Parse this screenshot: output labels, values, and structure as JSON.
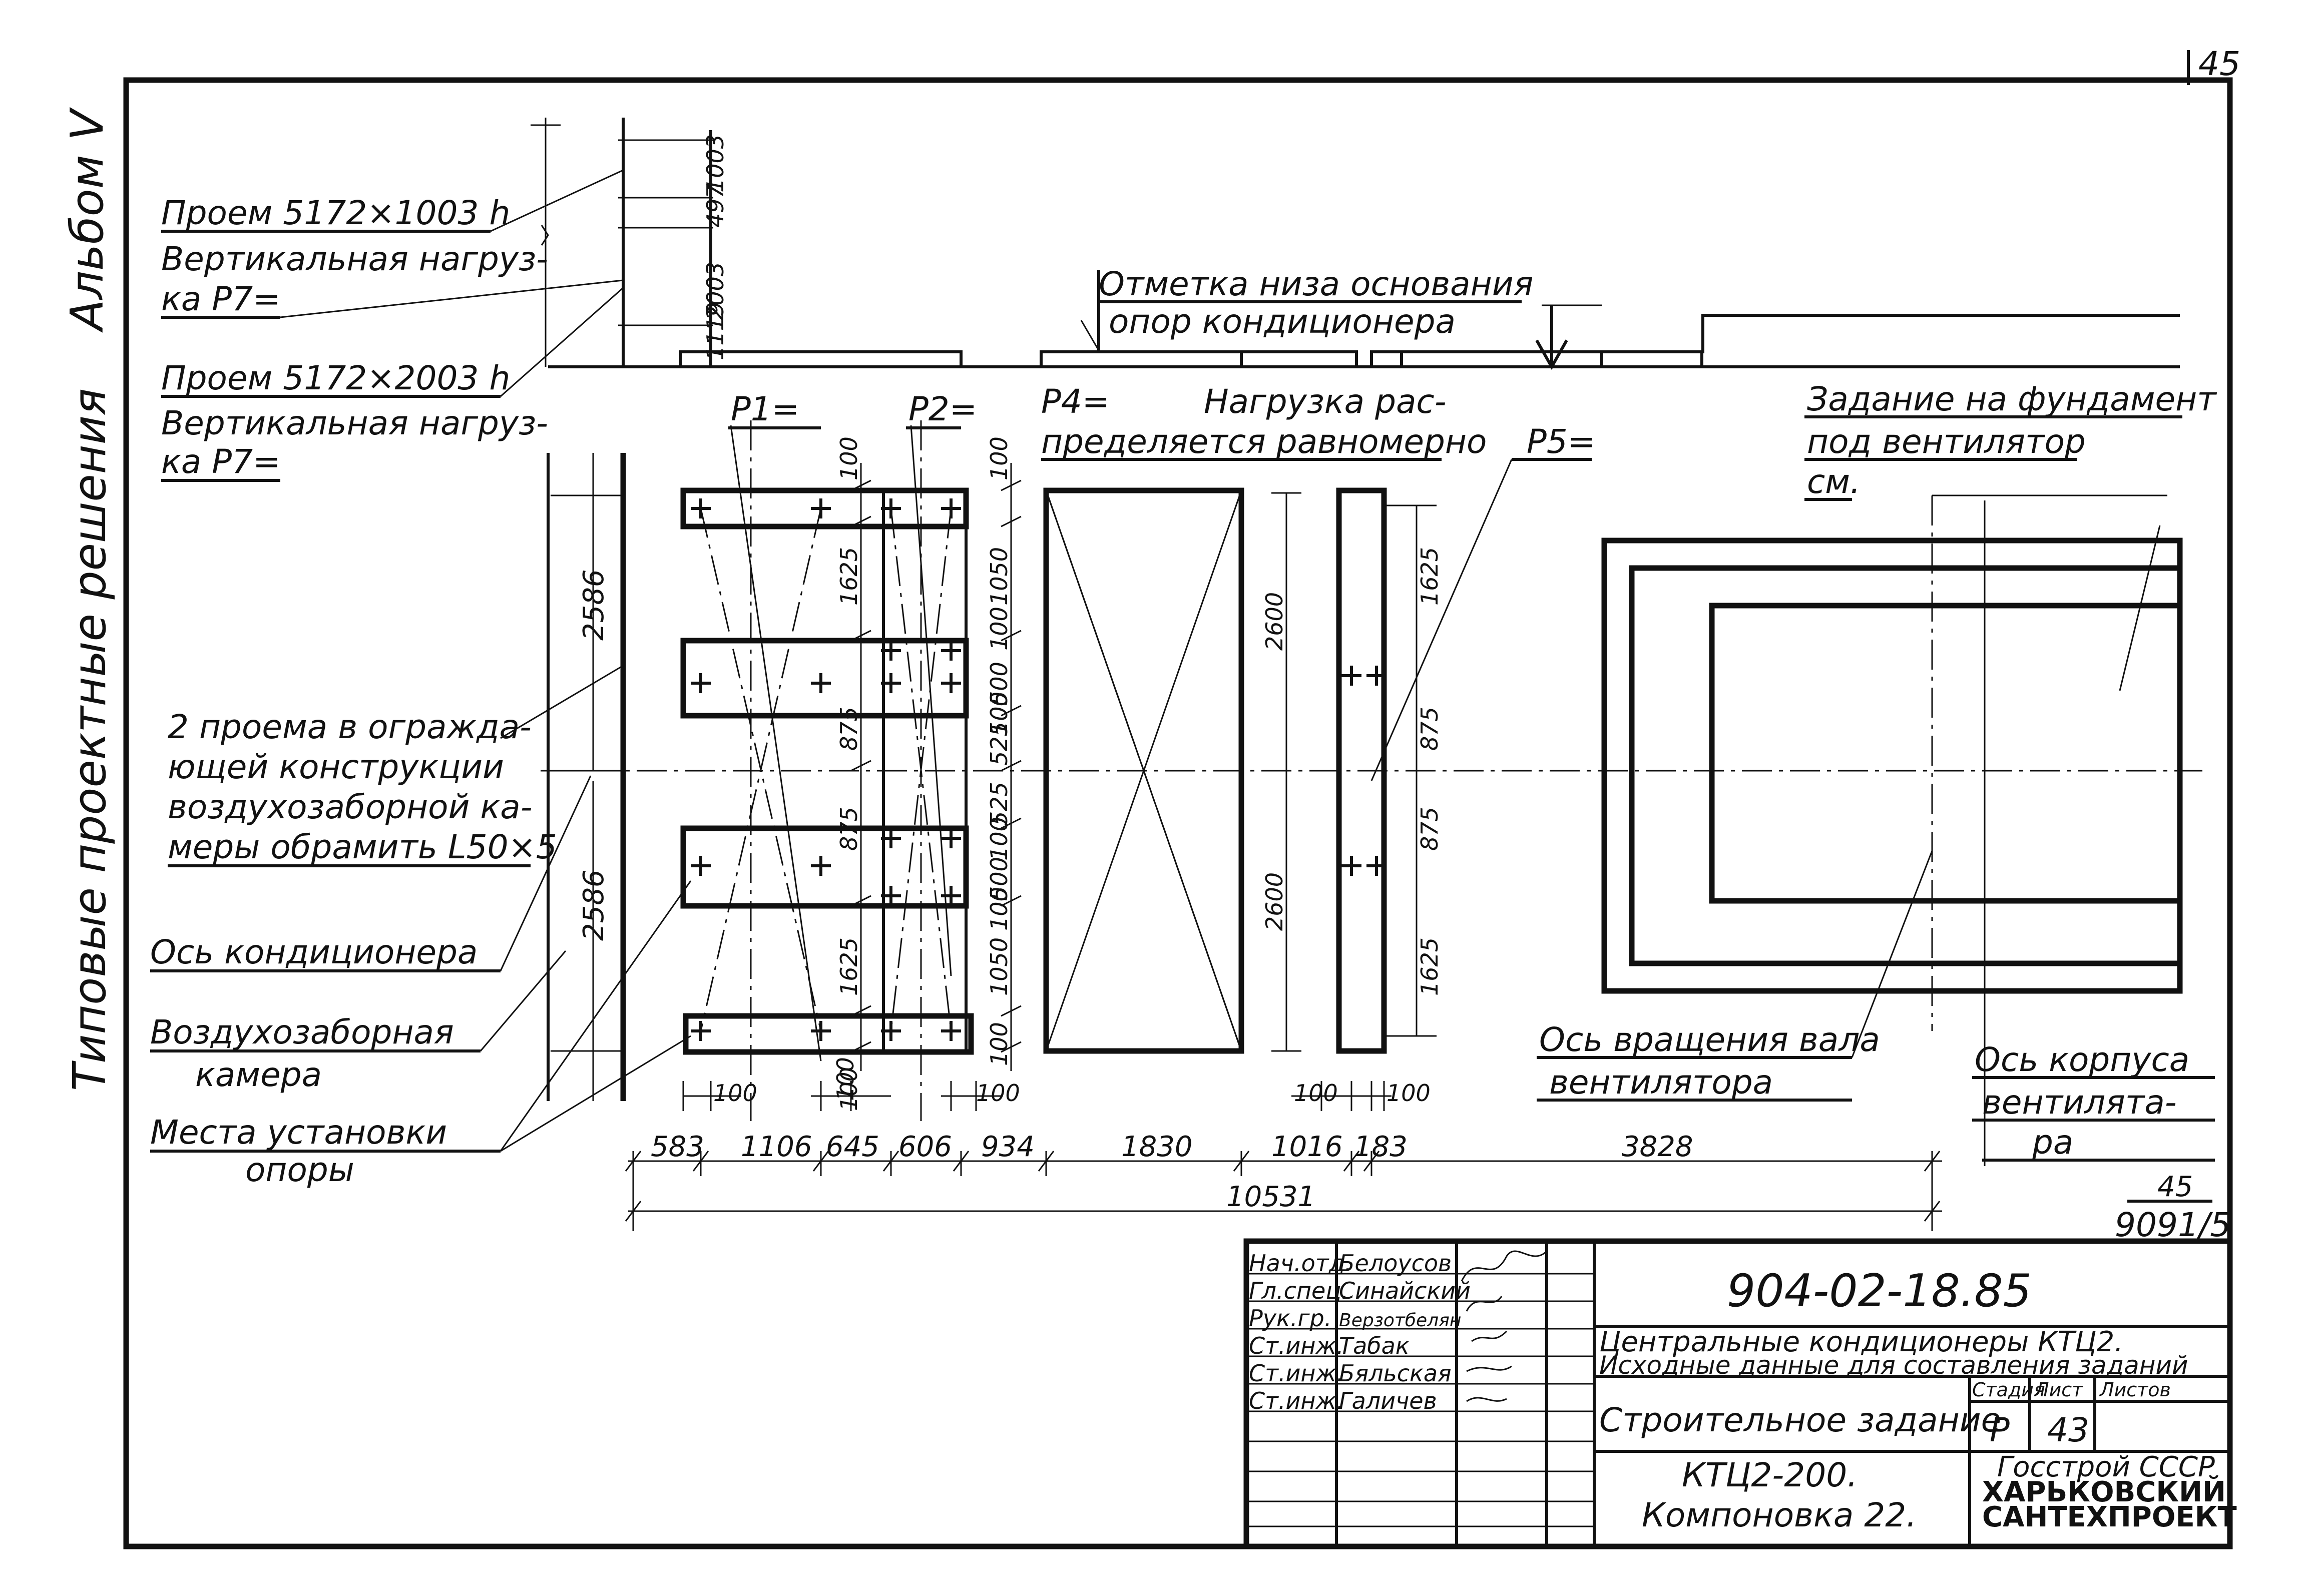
{
  "page": {
    "number": "45"
  },
  "side_labels": {
    "album": "Альбом V",
    "series": "Типовые проектные решения"
  },
  "callouts": {
    "opening_1": "Проем 5172×1003 h",
    "vert_load_1a": "Вертикальная нагруз-",
    "vert_load_1b": "ка  Р7=",
    "opening_2": "Проем 5172×2003 h",
    "vert_load_2a": "Вертикальная нагруз-",
    "vert_load_2b": "ка  Р7=",
    "base_mark_a": "Отметка низа основания",
    "base_mark_b": "опор кондиционера",
    "p1": "Р1=",
    "p2": "Р2=",
    "p4": "Р4=",
    "load_dist_a": "Нагрузка рас-",
    "load_dist_b": "пределяется равномерно",
    "p5": "Р5=",
    "fan_task_a": "Задание на фундамент",
    "fan_task_b": "под вентилятор",
    "fan_task_c": "см.",
    "openings_a": "2 проема в огражда-",
    "openings_b": "ющей конструкции",
    "openings_c": "воздухозаборной ка-",
    "openings_d": "меры обрамить L50×5",
    "ac_axis": "Ось кондиционера",
    "air_intake_a": "Воздухозаборная",
    "air_intake_b": "камера",
    "support_a": "Места установки",
    "support_b": "опоры",
    "wheel_axis_a": "Ось вращения вала",
    "wheel_axis_b": "вентилятора",
    "fan_body_a": "Ось корпуса",
    "fan_body_b": "вентилята-",
    "fan_body_c": "ра",
    "fraction_top": "45",
    "fraction_bottom": "9091/5"
  },
  "dimensions": {
    "top_1003": "1003",
    "top_497": "497",
    "top_2003": "2003",
    "top_1119": "1119",
    "d_2586_top": "2586",
    "d_2586_bot": "2586",
    "v_100_a": "100",
    "v_1625_a": "1625",
    "v_875_a": "875",
    "v_875_b": "875",
    "v_1625_b": "1625",
    "v_100_b": "100",
    "c_100_a": "100",
    "c_1050_a": "1050",
    "c_100_b": "100",
    "c_500_a": "500",
    "c_100_c": "100",
    "c_525_a": "525",
    "c_525_b": "525",
    "c_100_d": "100",
    "c_500_b": "500",
    "c_100_e": "100",
    "c_1050_b": "1050",
    "c_100_f": "100",
    "r_2600_a": "2600",
    "r_2600_b": "2600",
    "s_1625_a": "1625",
    "s_875_a": "875",
    "s_875_b": "875",
    "s_1625_b": "1625",
    "b_100_a": "100",
    "b_100_b": "100",
    "b_100_c": "100",
    "b_100_d": "100",
    "b_100_e": "100",
    "h_583": "583",
    "h_1106": "1106",
    "h_645": "645",
    "h_606": "606",
    "h_934": "934",
    "h_1830": "1830",
    "h_1016": "1016",
    "h_183": "183",
    "h_3828": "3828",
    "total": "10531"
  },
  "title_block": {
    "doc_number": "904-02-18.85",
    "roles": [
      {
        "role": "Нач.отд.",
        "name": "Белоусов"
      },
      {
        "role": "Гл.спец.",
        "name": "Синайский"
      },
      {
        "role": "Рук.гр.",
        "name": "Верзотбелян"
      },
      {
        "role": "Ст.инж.",
        "name": "Табак"
      },
      {
        "role": "Ст.инж.",
        "name": "Бяльская"
      },
      {
        "role": "Ст.инж.",
        "name": "Галичев"
      }
    ],
    "title_line_1": "Центральные кондиционеры КТЦ2.",
    "title_line_2": "Исходные данные для составления заданий",
    "sheet_name": "Строительное задание",
    "stage_label": "Стадия",
    "sheet_label": "Лист",
    "sheets_label": "Листов",
    "stage_value": "Р",
    "sheet_value": "43",
    "sheets_value": "",
    "model_line_1": "КТЦ2-200.",
    "model_line_2": "Компоновка 22.",
    "org_line_1": "Госстрой СССР",
    "org_line_2": "ХАРЬКОВСКИЙ",
    "org_line_3": "САНТЕХПРОЕКТ"
  }
}
